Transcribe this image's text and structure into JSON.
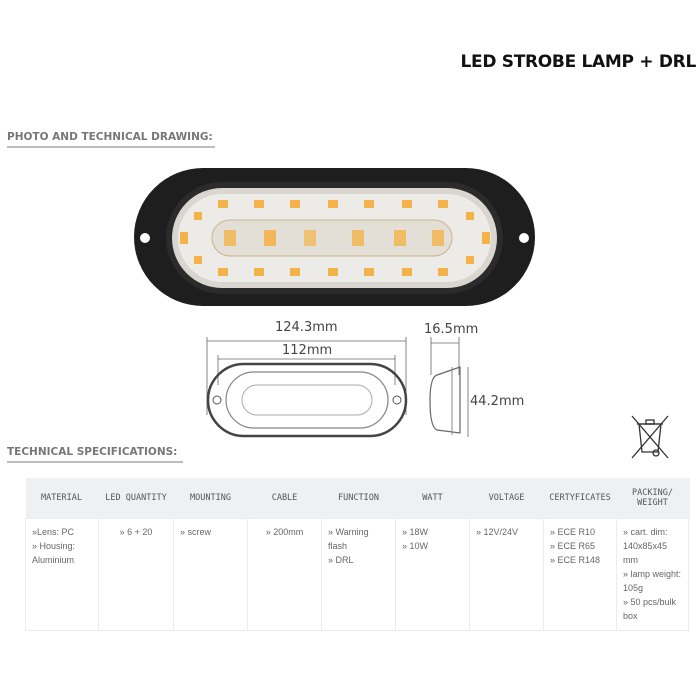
{
  "header": {
    "title": "LED STROBE LAMP + DRL"
  },
  "sections": {
    "photo_heading": "PHOTO AND TECHNICAL DRAWING:",
    "specs_heading": "TECHNICAL SPECIFICATIONS:"
  },
  "drawing": {
    "overall_length": "124.3mm",
    "mounting_distance": "112mm",
    "depth": "16.5mm",
    "height": "44.2mm"
  },
  "icons": {
    "photo": "led-lamp-photo",
    "weee": "crossed-out-wheelie-bin-icon"
  },
  "colors": {
    "led_amber": "#f3b34a",
    "housing": "#1e1e1e",
    "header_bg": "#eef0f2",
    "section_text": "#777777"
  },
  "table": {
    "headers": [
      "MATERIAL",
      "LED QUANTITY",
      "MOUNTING",
      "CABLE",
      "FUNCTION",
      "WATT",
      "VOLTAGE",
      "CERTYFICATES",
      "PACKING/ WEIGHT"
    ],
    "cells": [
      [
        "»Lens: PC",
        "» Housing:",
        "Aluminium"
      ],
      [
        "» 6 + 20"
      ],
      [
        "» screw"
      ],
      [
        "» 200mm"
      ],
      [
        "» Warning",
        "flash",
        "» DRL"
      ],
      [
        "» 18W",
        "» 10W"
      ],
      [
        "» 12V/24V"
      ],
      [
        "» ECE R10",
        "» ECE R65",
        "» ECE R148"
      ],
      [
        "» cart. dim:",
        "140x85x45 mm",
        "» lamp weight:",
        "105g",
        "» 50 pcs/bulk",
        "box"
      ]
    ]
  }
}
